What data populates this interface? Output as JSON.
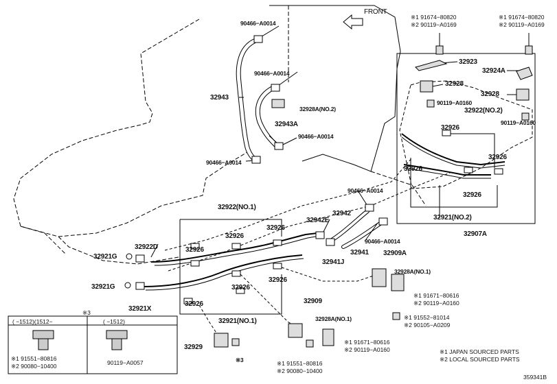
{
  "diagram_id": "359341B",
  "front_label": "FRONT",
  "parts": [
    {
      "id": "p1",
      "text": "90466−A0014"
    },
    {
      "id": "p2",
      "text": "90466−A0014"
    },
    {
      "id": "p3",
      "text": "32943"
    },
    {
      "id": "p4",
      "text": "32928A(NO.2)"
    },
    {
      "id": "p5",
      "text": "32943A"
    },
    {
      "id": "p6",
      "text": "90466−A0014"
    },
    {
      "id": "p7",
      "text": "90466−A0014"
    },
    {
      "id": "p8",
      "text": "32923"
    },
    {
      "id": "p9",
      "text": "32924A"
    },
    {
      "id": "p10",
      "text": "32928"
    },
    {
      "id": "p11",
      "text": "32928"
    },
    {
      "id": "p12",
      "text": "90119−A0160"
    },
    {
      "id": "p13",
      "text": "32922(NO.2)"
    },
    {
      "id": "p14",
      "text": "90119−A0160"
    },
    {
      "id": "p15",
      "text": "32926"
    },
    {
      "id": "p16",
      "text": "32926"
    },
    {
      "id": "p17",
      "text": "32926"
    },
    {
      "id": "p18",
      "text": "32926"
    },
    {
      "id": "p19",
      "text": "32921(NO.2)"
    },
    {
      "id": "p20",
      "text": "32907A"
    },
    {
      "id": "p21",
      "text": "90466−A0014"
    },
    {
      "id": "p22",
      "text": "32942"
    },
    {
      "id": "p23",
      "text": "32942E"
    },
    {
      "id": "p24",
      "text": "90466−A0014"
    },
    {
      "id": "p25",
      "text": "32922(NO.1)"
    },
    {
      "id": "p26",
      "text": "32926"
    },
    {
      "id": "p27",
      "text": "32926"
    },
    {
      "id": "p28",
      "text": "32926"
    },
    {
      "id": "p29",
      "text": "32922D"
    },
    {
      "id": "p30",
      "text": "32921G"
    },
    {
      "id": "p31",
      "text": "32921G"
    },
    {
      "id": "p32",
      "text": "32921X"
    },
    {
      "id": "p33",
      "text": "32941J"
    },
    {
      "id": "p34",
      "text": "32941"
    },
    {
      "id": "p35",
      "text": "32909A"
    },
    {
      "id": "p36",
      "text": "32928A(NO.1)"
    },
    {
      "id": "p37",
      "text": "32926"
    },
    {
      "id": "p38",
      "text": "32926"
    },
    {
      "id": "p39",
      "text": "32926"
    },
    {
      "id": "p40",
      "text": "32921(NO.1)"
    },
    {
      "id": "p41",
      "text": "32909"
    },
    {
      "id": "p42",
      "text": "32928A(NO.1)"
    },
    {
      "id": "p43",
      "text": "32929"
    },
    {
      "id": "p44",
      "text": "※3"
    }
  ],
  "notes": [
    {
      "id": "n1",
      "lines": [
        "※1 91674−80820",
        "※2 90119−A0169"
      ]
    },
    {
      "id": "n2",
      "lines": [
        "※1 91674−80820",
        "※2 90119−A0169"
      ]
    },
    {
      "id": "n3",
      "lines": [
        "※1 91671−80616",
        "※2 90119−A0160"
      ]
    },
    {
      "id": "n4",
      "lines": [
        "※1 91552−81014",
        "※2 90105−A0209"
      ]
    },
    {
      "id": "n5",
      "lines": [
        "※1 91671−80616",
        "※2 90119−A0160"
      ]
    },
    {
      "id": "n6",
      "lines": [
        "※1 91551−80816",
        "※2 90080−10400"
      ]
    }
  ],
  "inset": {
    "marker": "※3",
    "col1_header": "(    −1512)(1512−    ",
    "col2_header": "(      −1512)",
    "col1_lines": [
      "※1 91551−80816",
      "※2 90080−10400"
    ],
    "col2_part": "90119−A0057"
  },
  "legend": [
    "※1 JAPAN SOURCED PARTS",
    "※2 LOCAL SOURCED PARTS"
  ]
}
